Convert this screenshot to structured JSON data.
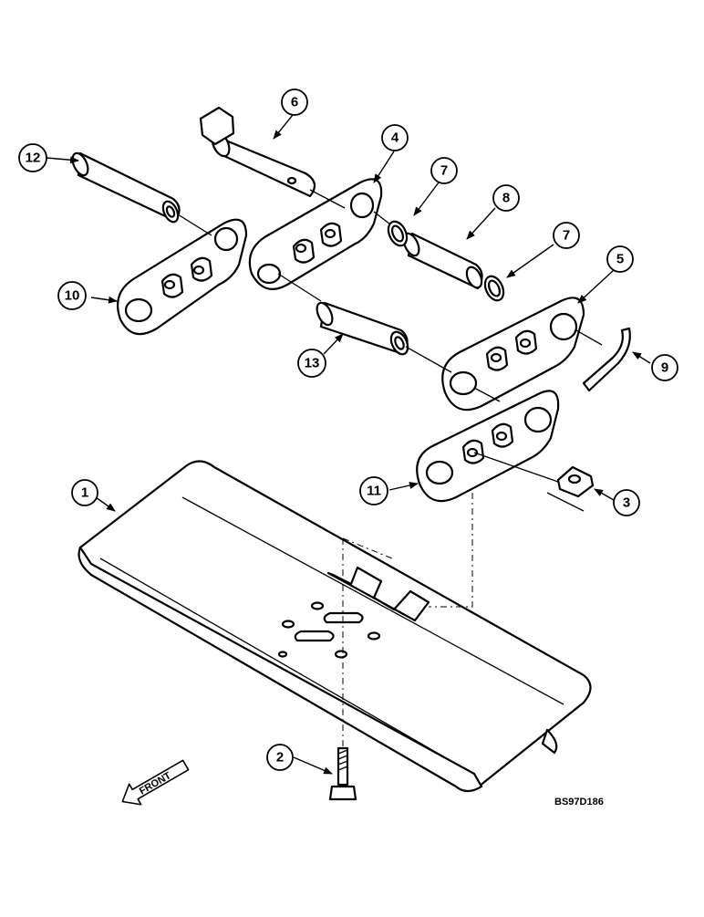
{
  "diagram": {
    "drawing_code": "BS97D186",
    "front_label": "FRONT",
    "callouts": [
      "1",
      "2",
      "3",
      "4",
      "5",
      "6",
      "7",
      "7",
      "8",
      "9",
      "10",
      "11",
      "12",
      "13"
    ]
  }
}
